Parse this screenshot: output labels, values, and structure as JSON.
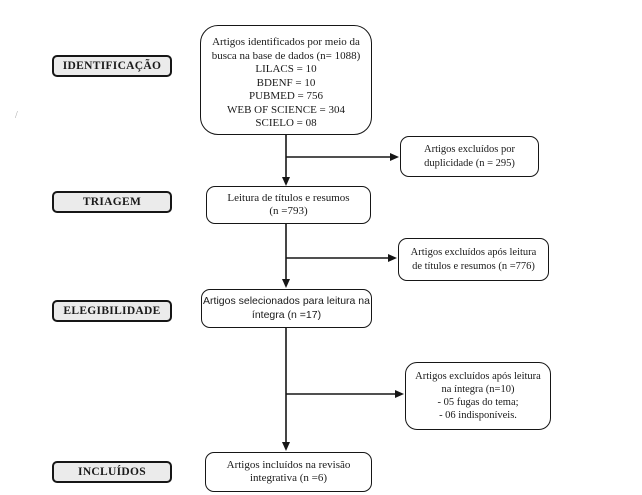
{
  "stages": {
    "identification": "IDENTIFICAÇÃO",
    "screening": "TRIAGEM",
    "eligibility": "ELEGIBILIDADE",
    "included": "INCLUÍDOS"
  },
  "boxes": {
    "identified": {
      "lines": [
        "Artigos identificados por meio da",
        "busca na base de dados (n= 1088)",
        "LILACS = 10",
        "BDENF = 10",
        "PUBMED = 756",
        "WEB OF SCIENCE = 304",
        "SCIELO = 08"
      ]
    },
    "screening": {
      "lines": [
        "Leitura de títulos e resumos",
        "(n =793)"
      ]
    },
    "eligibility": {
      "lines": [
        "Artigos selecionados para leitura na",
        "íntegra (n =17)"
      ]
    },
    "included": {
      "lines": [
        "Artigos incluídos na revisão",
        "integrativa (n =6)"
      ]
    },
    "excluded_duplicates": {
      "lines": [
        "Artigos excluídos por",
        "duplicidade (n = 295)"
      ]
    },
    "excluded_title_abstract": {
      "lines": [
        "Artigos excluídos após leitura",
        "de títulos e resumos (n =776)"
      ]
    },
    "excluded_fulltext": {
      "lines": [
        "Artigos excluídos após leitura",
        "na íntegra (n=10)",
        "- 05 fugas do tema;",
        "- 06 indisponíveis."
      ]
    }
  },
  "colors": {
    "stroke": "#161616",
    "stage_fill": "#ebebeb",
    "box_fill": "#ffffff"
  },
  "artifact": {
    "slash": "/"
  }
}
